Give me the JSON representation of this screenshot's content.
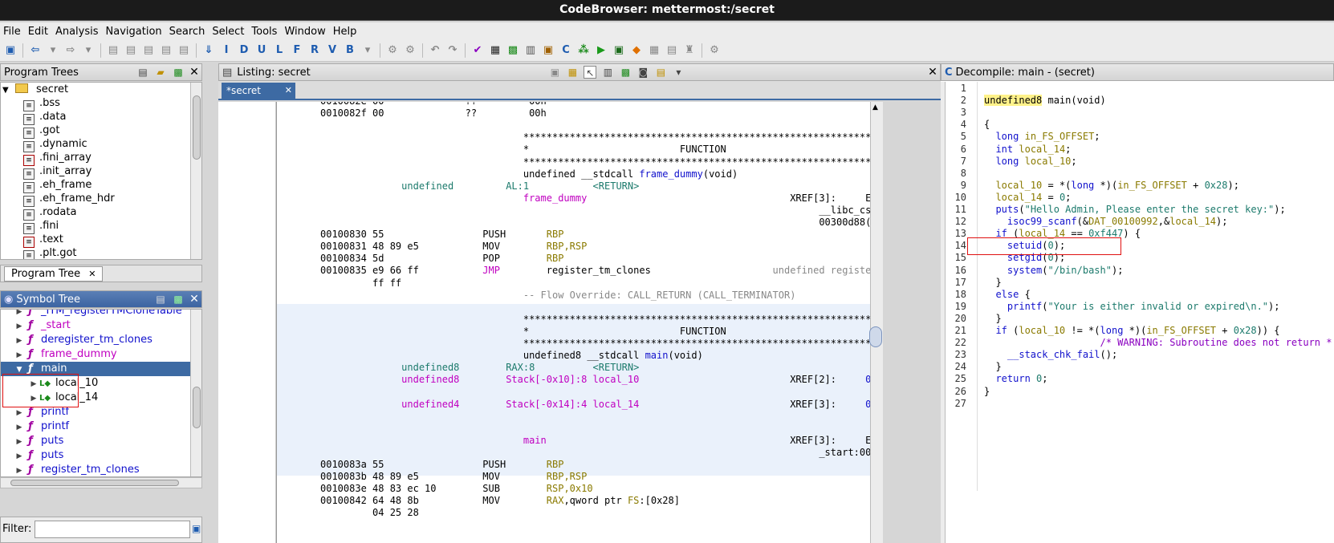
{
  "window": {
    "title": "CodeBrowser: mettermost:/secret"
  },
  "menu": [
    "File",
    "Edit",
    "Analysis",
    "Navigation",
    "Search",
    "Select",
    "Tools",
    "Window",
    "Help"
  ],
  "program_trees": {
    "title": "Program Trees",
    "root": "secret",
    "items": [
      ".bss",
      ".data",
      ".got",
      ".dynamic",
      ".fini_array",
      ".init_array",
      ".eh_frame",
      ".eh_frame_hdr",
      ".rodata",
      ".fini",
      ".text",
      ".plt.got"
    ],
    "tab": "Program Tree"
  },
  "symbol_tree": {
    "title": "Symbol Tree",
    "items": [
      {
        "label": "_ITM_registerTMCloneTable",
        "color": "#1111cc",
        "indent": 0
      },
      {
        "label": "_start",
        "color": "#c000c0",
        "indent": 0
      },
      {
        "label": "deregister_tm_clones",
        "color": "#1111cc",
        "indent": 0
      },
      {
        "label": "frame_dummy",
        "color": "#c000c0",
        "indent": 0
      },
      {
        "label": "main",
        "color": "#ffffff",
        "indent": 0
      },
      {
        "label": "local_10",
        "color": "#000000",
        "indent": 1
      },
      {
        "label": "local_14",
        "color": "#000000",
        "indent": 1
      },
      {
        "label": "printf",
        "color": "#1111cc",
        "indent": 0
      },
      {
        "label": "printf",
        "color": "#1111cc",
        "indent": 0
      },
      {
        "label": "puts",
        "color": "#1111cc",
        "indent": 0
      },
      {
        "label": "puts",
        "color": "#1111cc",
        "indent": 0
      },
      {
        "label": "register_tm_clones",
        "color": "#1111cc",
        "indent": 0
      }
    ],
    "filter_label": "Filter:"
  },
  "listing": {
    "title": "Listing:  secret",
    "tab": "*secret"
  },
  "decompile": {
    "title": "Decompile: main - (secret)"
  },
  "colors": {
    "accent": "#3c64a2",
    "highlight_red": "#e01010",
    "selection": "#3d6aa3"
  }
}
